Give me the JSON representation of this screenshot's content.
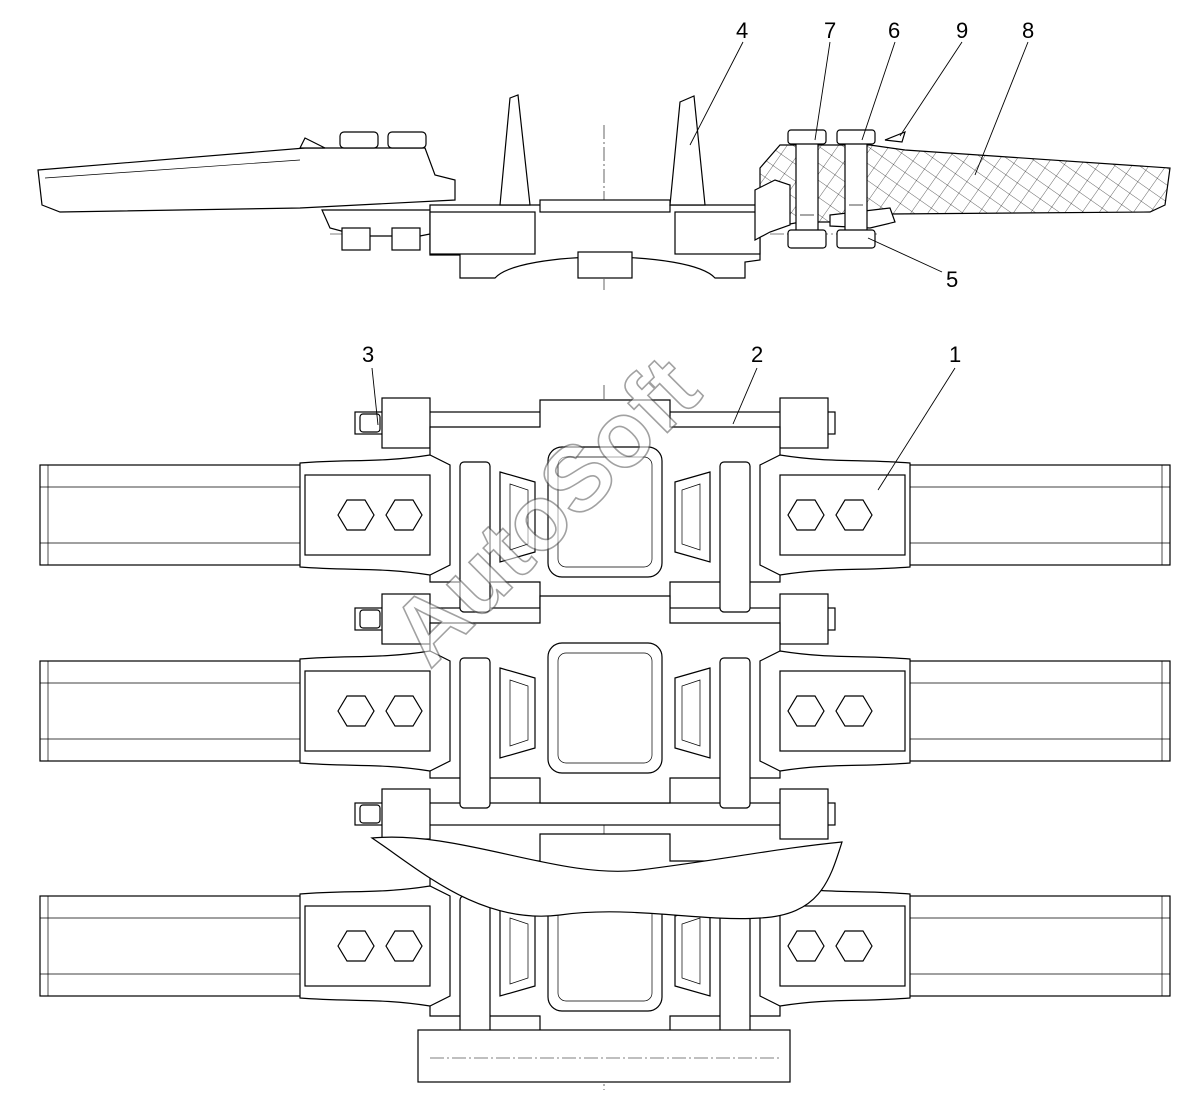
{
  "watermark": "AutoSoft",
  "callouts": [
    {
      "id": "c1",
      "label": "1"
    },
    {
      "id": "c2",
      "label": "2"
    },
    {
      "id": "c3",
      "label": "3"
    },
    {
      "id": "c4",
      "label": "4"
    },
    {
      "id": "c5",
      "label": "5"
    },
    {
      "id": "c6",
      "label": "6"
    },
    {
      "id": "c7",
      "label": "7"
    },
    {
      "id": "c8",
      "label": "8"
    },
    {
      "id": "c9",
      "label": "9"
    }
  ],
  "colors": {
    "line": "#000000",
    "background": "#ffffff",
    "watermark_outline": "#555555"
  }
}
